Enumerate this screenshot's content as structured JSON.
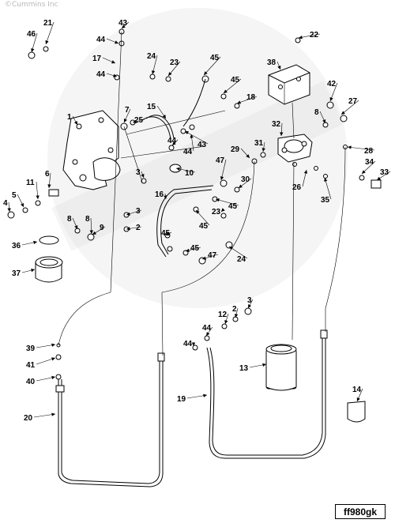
{
  "copyright": "©Cummins Inc",
  "figure_id": "ff980gk",
  "callouts": [
    {
      "n": "1"
    },
    {
      "n": "2"
    },
    {
      "n": "3"
    },
    {
      "n": "3"
    },
    {
      "n": "3"
    },
    {
      "n": "4"
    },
    {
      "n": "5"
    },
    {
      "n": "6"
    },
    {
      "n": "7"
    },
    {
      "n": "8"
    },
    {
      "n": "8"
    },
    {
      "n": "8"
    },
    {
      "n": "9"
    },
    {
      "n": "10"
    },
    {
      "n": "11"
    },
    {
      "n": "12"
    },
    {
      "n": "13"
    },
    {
      "n": "14"
    },
    {
      "n": "15"
    },
    {
      "n": "16"
    },
    {
      "n": "17"
    },
    {
      "n": "18"
    },
    {
      "n": "19"
    },
    {
      "n": "20"
    },
    {
      "n": "21"
    },
    {
      "n": "22"
    },
    {
      "n": "23"
    },
    {
      "n": "23"
    },
    {
      "n": "24"
    },
    {
      "n": "24"
    },
    {
      "n": "25"
    },
    {
      "n": "26"
    },
    {
      "n": "27"
    },
    {
      "n": "28"
    },
    {
      "n": "29"
    },
    {
      "n": "30"
    },
    {
      "n": "31"
    },
    {
      "n": "32"
    },
    {
      "n": "33"
    },
    {
      "n": "34"
    },
    {
      "n": "35"
    },
    {
      "n": "36"
    },
    {
      "n": "37"
    },
    {
      "n": "38"
    },
    {
      "n": "39"
    },
    {
      "n": "40"
    },
    {
      "n": "41"
    },
    {
      "n": "42"
    },
    {
      "n": "43"
    },
    {
      "n": "43"
    },
    {
      "n": "44"
    },
    {
      "n": "44"
    },
    {
      "n": "44"
    },
    {
      "n": "44"
    },
    {
      "n": "44"
    },
    {
      "n": "44"
    },
    {
      "n": "45"
    },
    {
      "n": "45"
    },
    {
      "n": "45"
    },
    {
      "n": "45"
    },
    {
      "n": "45"
    },
    {
      "n": "45"
    },
    {
      "n": "46"
    },
    {
      "n": "47"
    },
    {
      "n": "47"
    },
    {
      "n": "2"
    }
  ],
  "colors": {
    "ink": "#000000",
    "paper": "#ffffff",
    "watermark": "#d9d9d9"
  }
}
